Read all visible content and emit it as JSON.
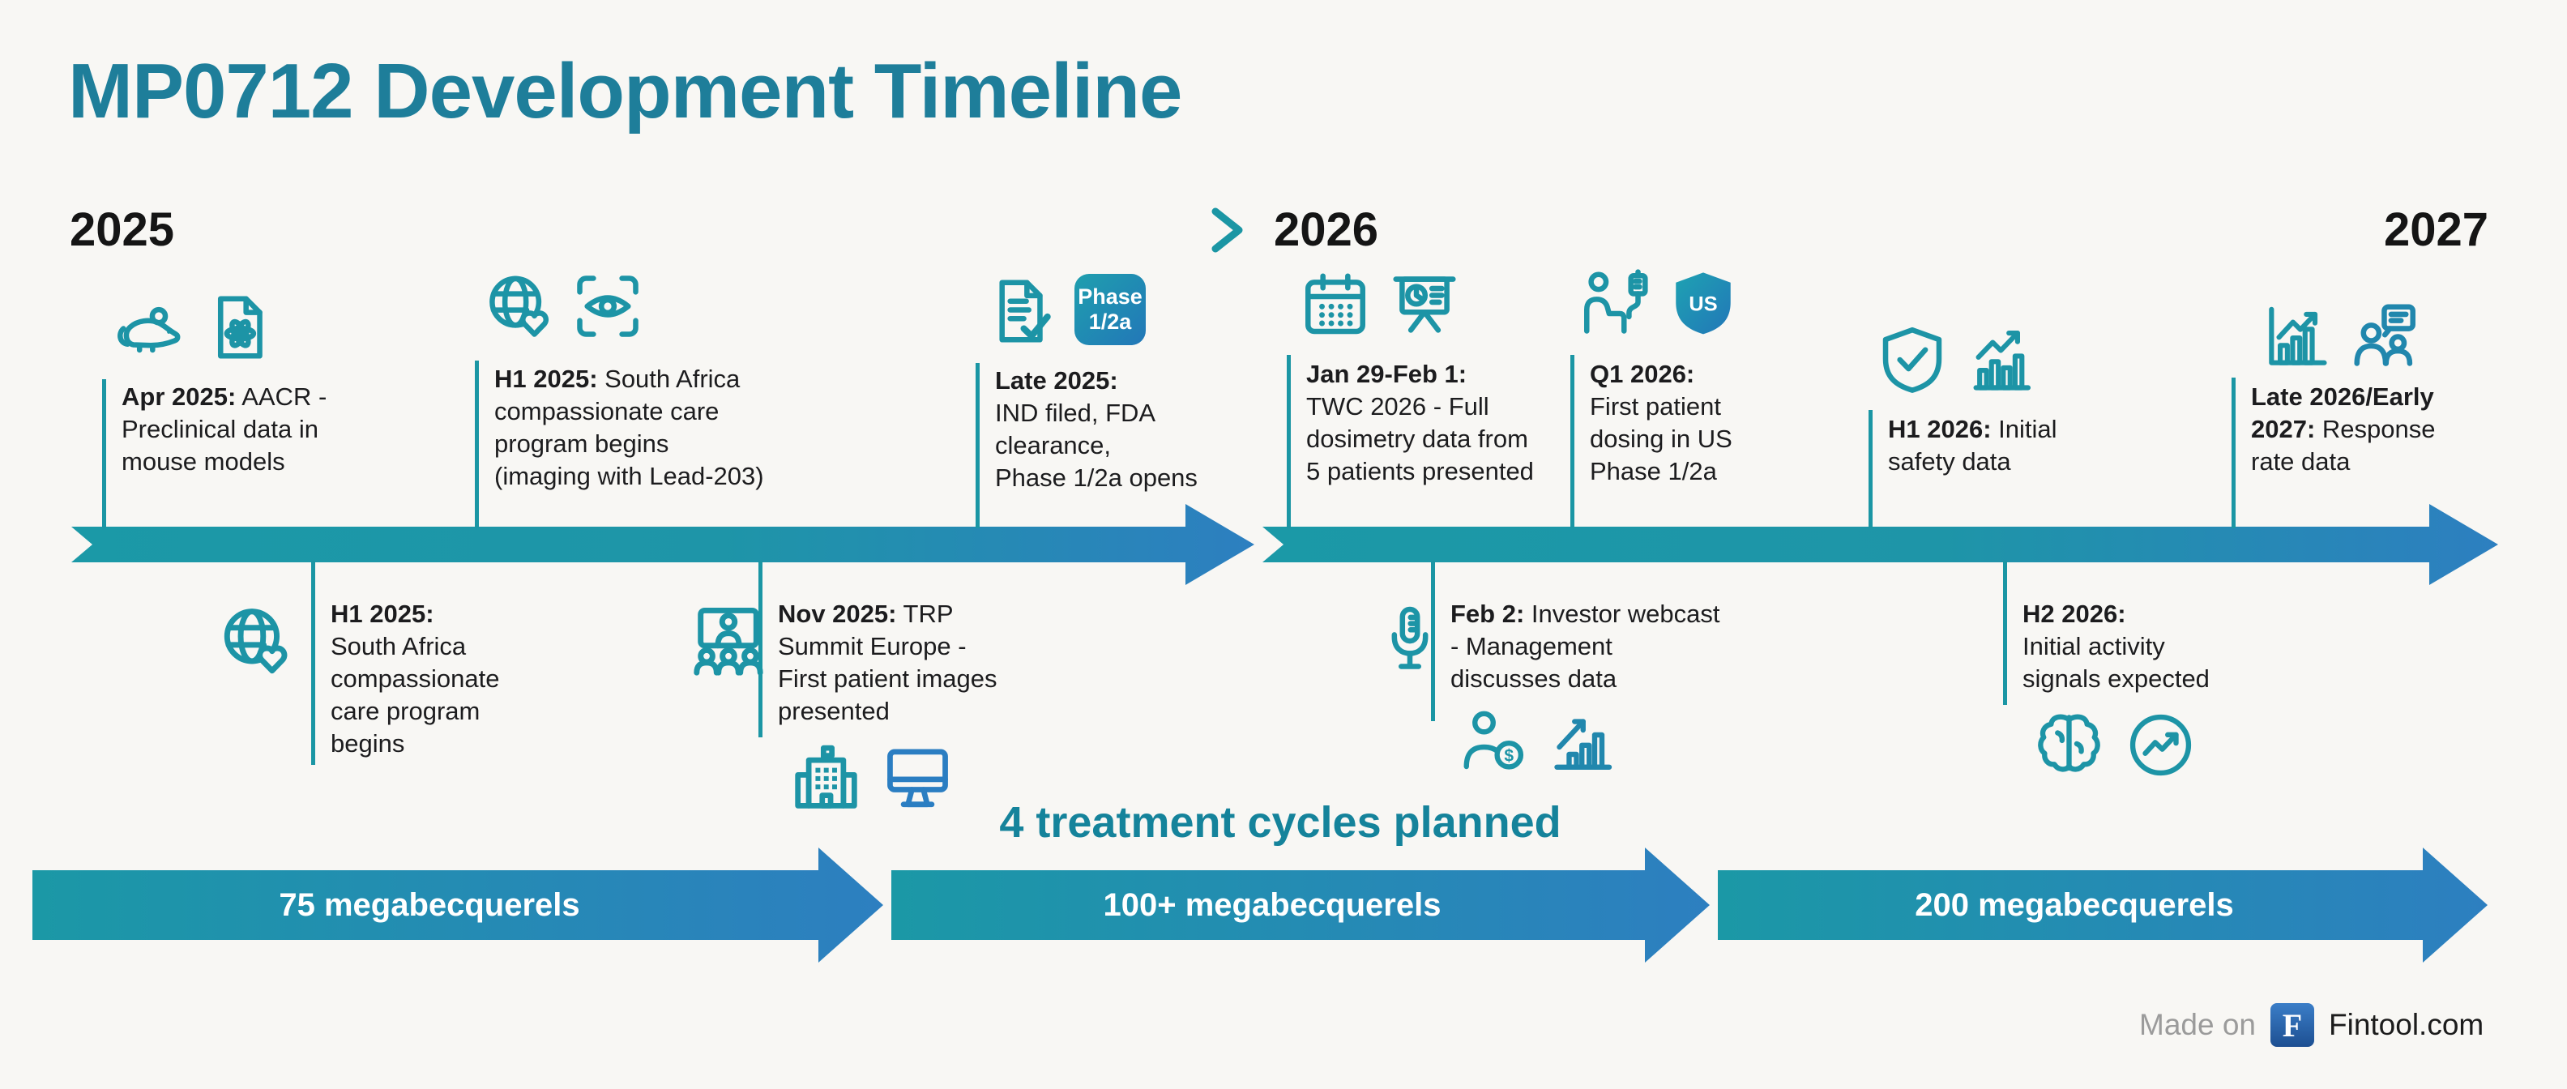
{
  "title": "MP0712 Development Timeline",
  "years": [
    "2025",
    "2026",
    "2027"
  ],
  "top_events": [
    {
      "prefix": "Apr 2025:",
      "text": " AACR -\nPreclinical data in\nmouse models",
      "icons": [
        "mouse-icon",
        "document-atom-icon"
      ]
    },
    {
      "prefix": "H1 2025:",
      "text": " South Africa\ncompassionate care\nprogram begins\n(imaging with Lead-203)",
      "icons": [
        "globe-heart-icon",
        "eye-scan-icon"
      ]
    },
    {
      "prefix": "Late 2025:",
      "text": "\nIND filed, FDA\nclearance,\nPhase 1/2a opens",
      "icons": [
        "document-check-icon",
        "phase-badge"
      ]
    },
    {
      "prefix": "Jan 29-Feb 1:",
      "text": "\nTWC 2026 - Full\ndosimetry data from\n5 patients presented",
      "icons": [
        "calendar-icon",
        "presentation-chart-icon"
      ]
    },
    {
      "prefix": "Q1 2026:",
      "text": "\nFirst patient\ndosing in US\nPhase 1/2a",
      "icons": [
        "patient-iv-icon",
        "us-shield-icon"
      ]
    },
    {
      "prefix": "H1 2026:",
      "text": " Initial\nsafety data",
      "icons": [
        "shield-check-icon",
        "bar-chart-trend-icon"
      ]
    },
    {
      "prefix": "Late 2026/Early\n2027:",
      "text": " Response\nrate data",
      "icons": [
        "chart-trend-icon",
        "person-speech-icon"
      ]
    }
  ],
  "bottom_events": [
    {
      "prefix": "H1 2025:",
      "text": "\nSouth Africa\ncompassionate\ncare program\nbegins",
      "side_icon": "globe-heart-icon",
      "below_icons": []
    },
    {
      "prefix": "Nov 2025:",
      "text": " TRP\nSummit Europe -\nFirst patient images\npresented",
      "side_icon": "presentation-audience-icon",
      "below_icons": [
        "hospital-icon",
        "monitor-icon"
      ]
    },
    {
      "prefix": "Feb 2:",
      "text": " Investor webcast\n- Management\ndiscusses data",
      "side_icon": "microphone-icon",
      "below_icons": [
        "investor-person-icon",
        "growth-chart-icon"
      ]
    },
    {
      "prefix": "H2 2026:",
      "text": "\nInitial activity\nsignals expected",
      "side_icon": null,
      "below_icons": [
        "brain-icon",
        "circle-trend-icon"
      ]
    }
  ],
  "badges": {
    "phase": "Phase\n1/2a",
    "us": "US",
    "dollar": "$"
  },
  "caption": "4 treatment cycles planned",
  "dose_arrows": [
    "75 megabecquerels",
    "100+ megabecquerels",
    "200 megabecquerels"
  ],
  "footer": {
    "made_on": "Made on",
    "logo_letter": "F",
    "brand": "Fintool.com"
  },
  "colors": {
    "teal": "#1b96a4",
    "blue": "#2d7fc0",
    "title_teal": "#1e7e9a",
    "caption_teal": "#15839b",
    "background": "#f8f7f4"
  }
}
